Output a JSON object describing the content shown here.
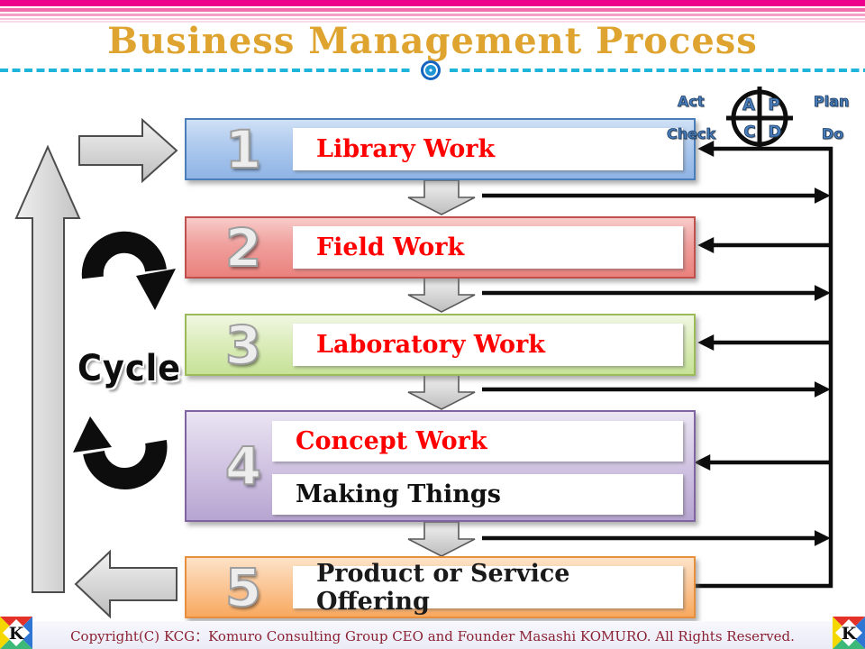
{
  "header": {
    "title": "Business Management Process",
    "title_color": "#dfa42f",
    "stripe_color": "#ec008c",
    "dash_line_color": "#1fb4d9"
  },
  "pdca": {
    "letter_a": "A",
    "letter_p": "P",
    "letter_c": "C",
    "letter_d": "D",
    "label_act": "Act",
    "label_plan": "Plan",
    "label_check": "Check",
    "label_do": "Do",
    "text_color": "#4a7ebb"
  },
  "cycle": {
    "label": "Cycle"
  },
  "steps": [
    {
      "number": "1",
      "label": "Library Work",
      "label_color": "#ff0000",
      "accent": "#4a7ebb"
    },
    {
      "number": "2",
      "label": "Field Work",
      "label_color": "#ff0000",
      "accent": "#c0504d"
    },
    {
      "number": "3",
      "label": "Laboratory Work",
      "label_color": "#ff0000",
      "accent": "#9bbb59"
    },
    {
      "number": "4",
      "label": "Concept Work",
      "label2": "Making Things",
      "label_color": "#ff0000",
      "label2_color": "#111111",
      "accent": "#8064a2"
    },
    {
      "number": "5",
      "label": "Product or Service Offering",
      "label_color": "#1a1a1a",
      "accent": "#f79646"
    }
  ],
  "connector_color": "#0d0d0d",
  "footer": {
    "copyright": "Copyright(C)  KCG：Komuro Consulting Group  CEO and Founder  Masashi KOMURO. All Rights Reserved.",
    "text_color": "#8b2233",
    "logo_letter": "K"
  }
}
